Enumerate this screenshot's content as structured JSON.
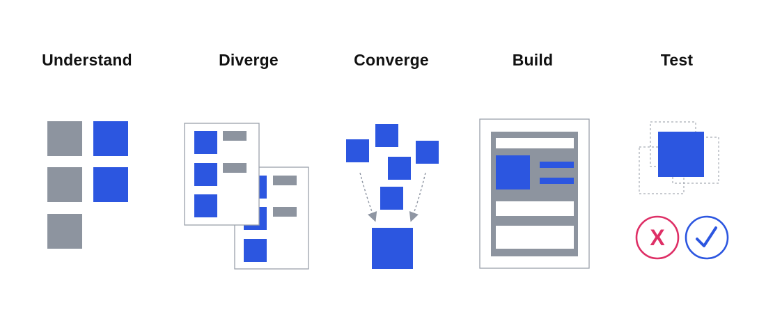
{
  "colors": {
    "blue": "#2c56e0",
    "gray": "#8d949f",
    "outline": "#9aa0ab",
    "dashed": "#a7acb5",
    "arrow": "#8f96a3",
    "reject": "#de2f66",
    "approve": "#2c56e0"
  },
  "stages": [
    {
      "id": "understand",
      "title": "Understand"
    },
    {
      "id": "diverge",
      "title": "Diverge"
    },
    {
      "id": "converge",
      "title": "Converge"
    },
    {
      "id": "build",
      "title": "Build"
    },
    {
      "id": "test",
      "title": "Test"
    }
  ],
  "test": {
    "reject_mark": "X"
  },
  "icons": {
    "approve": "check-icon",
    "reject": "x-icon"
  }
}
